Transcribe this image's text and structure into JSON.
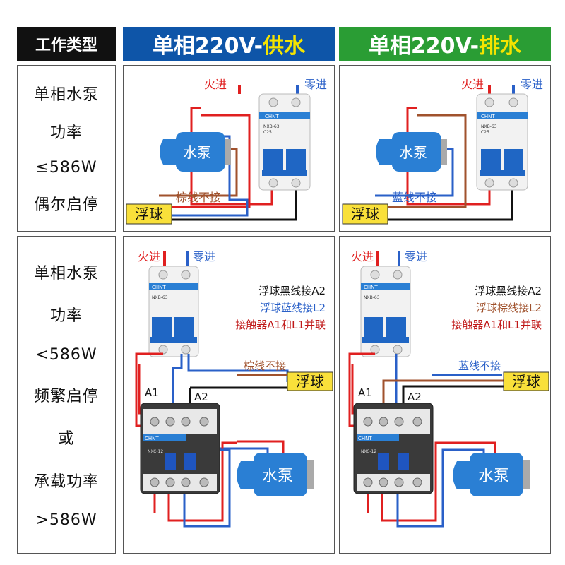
{
  "header": {
    "type_label": "工作类型",
    "col1_prefix": "单相220V-",
    "col1_suffix": "供水",
    "col2_prefix": "单相220V-",
    "col2_suffix": "排水"
  },
  "colors": {
    "header_black": "#111111",
    "header_blue": "#0e55a8",
    "header_green": "#2a9d34",
    "accent_yellow": "#f5e400",
    "wire_red": "#e02020",
    "wire_blue": "#2a60c8",
    "wire_brown": "#a0522d",
    "wire_black": "#111111",
    "pump_blue": "#2a7fd4",
    "float_yellow": "#f9e03a"
  },
  "row1_label": [
    "单相水泵",
    "功率",
    "≤586W",
    "偶尔启停"
  ],
  "row2_label": [
    "单相水泵",
    "功率",
    "<586W",
    "频繁启停",
    "或",
    "承载功率",
    ">586W"
  ],
  "row1_left": {
    "live": "火进",
    "neutral": "零进",
    "pump": "水泵",
    "float": "浮球",
    "note": "棕线不接"
  },
  "row1_right": {
    "live": "火进",
    "neutral": "零进",
    "pump": "水泵",
    "float": "浮球",
    "note": "蓝线不接"
  },
  "row2_left": {
    "live": "火进",
    "neutral": "零进",
    "pump": "水泵",
    "float": "浮球",
    "note": "棕线不接",
    "instr1": "浮球黑线接A2",
    "instr2": "浮球蓝线接L2",
    "instr3": "接触器A1和L1并联",
    "a1": "A1",
    "a2": "A2"
  },
  "row2_right": {
    "live": "火进",
    "neutral": "零进",
    "pump": "水泵",
    "float": "浮球",
    "note": "蓝线不接",
    "instr1": "浮球黑线接A2",
    "instr2": "浮球棕线接L2",
    "instr3": "接触器A1和L1并联",
    "a1": "A1",
    "a2": "A2"
  },
  "device_labels": {
    "breaker_brand": "CHNT",
    "breaker_model": "NXB-63",
    "breaker_rating": "C25",
    "contactor_brand": "CHNT",
    "contactor_model": "NXC-12"
  }
}
